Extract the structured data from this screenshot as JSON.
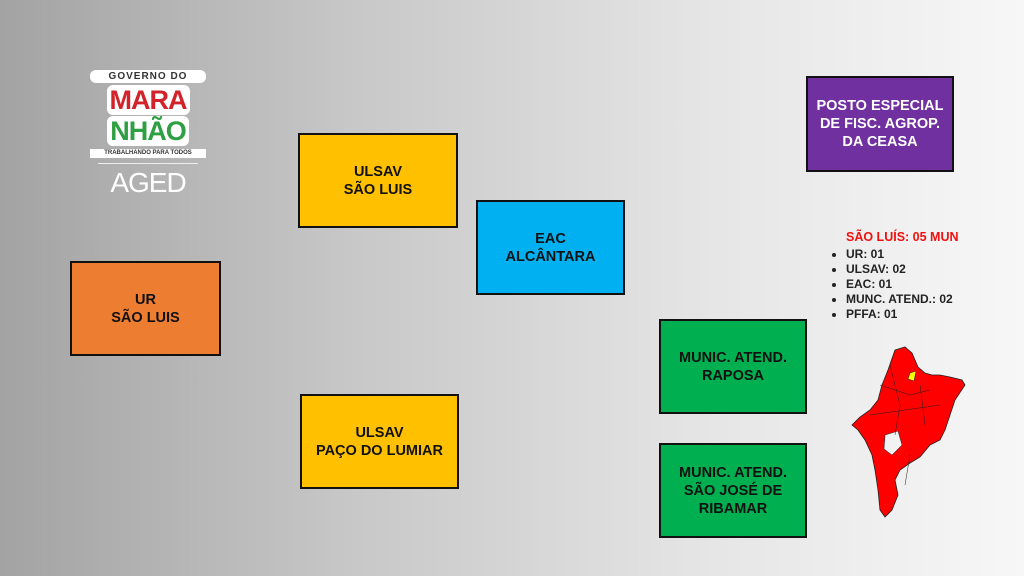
{
  "logo": {
    "line1": "GOVERNO DO",
    "line2a": "MARA",
    "line2b": "NHÃO",
    "tagline": "TRABALHANDO PARA TODOS",
    "agency": "AGED"
  },
  "boxes": {
    "ur": "UR\nSÃO LUIS",
    "ulsav_sl": "ULSAV\nSÃO LUIS",
    "eac": "EAC\nALCÂNTARA",
    "ulsav_pl": "ULSAV\nPAÇO DO LUMIAR",
    "munic_raposa": "MUNIC. ATEND.\nRAPOSA",
    "munic_sjr": "MUNIC. ATEND.\nSÃO JOSÉ DE\nRIBAMAR",
    "posto": "POSTO ESPECIAL\nDE FISC. AGROP.\nDA CEASA"
  },
  "summary": {
    "title": "SÃO LUÍS: 05 MUN",
    "items": [
      "UR: 01",
      "ULSAV: 02",
      "EAC: 01",
      "MUNC. ATEND.: 02",
      "PFFA: 01"
    ]
  },
  "colors": {
    "ur": "#ED7D31",
    "ulsav": "#FFC000",
    "eac": "#00B0F0",
    "munic": "#00B050",
    "posto": "#7030A0",
    "map": "#FF0000"
  }
}
